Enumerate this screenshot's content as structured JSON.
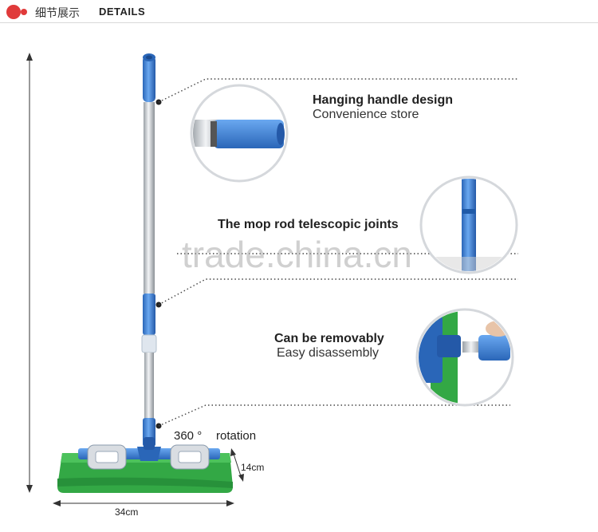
{
  "header": {
    "title_cn": "细节展示",
    "title_en": "DETAILS"
  },
  "features": [
    {
      "title": "Hanging handle design",
      "subtitle": "Convenience store"
    },
    {
      "title": "The mop rod telescopic joints"
    },
    {
      "title": "Can be removably",
      "subtitle": "Easy disassembly"
    }
  ],
  "rotation": {
    "degree": "360 °",
    "label": "rotation"
  },
  "dimensions": {
    "width": "34cm",
    "depth": "14cm"
  },
  "watermark": "trade.china.cn",
  "colors": {
    "accent": "#e03a3a",
    "handle_blue": "#3a7fd6",
    "mop_green": "#33a845",
    "steel": "#c8ccd0"
  }
}
